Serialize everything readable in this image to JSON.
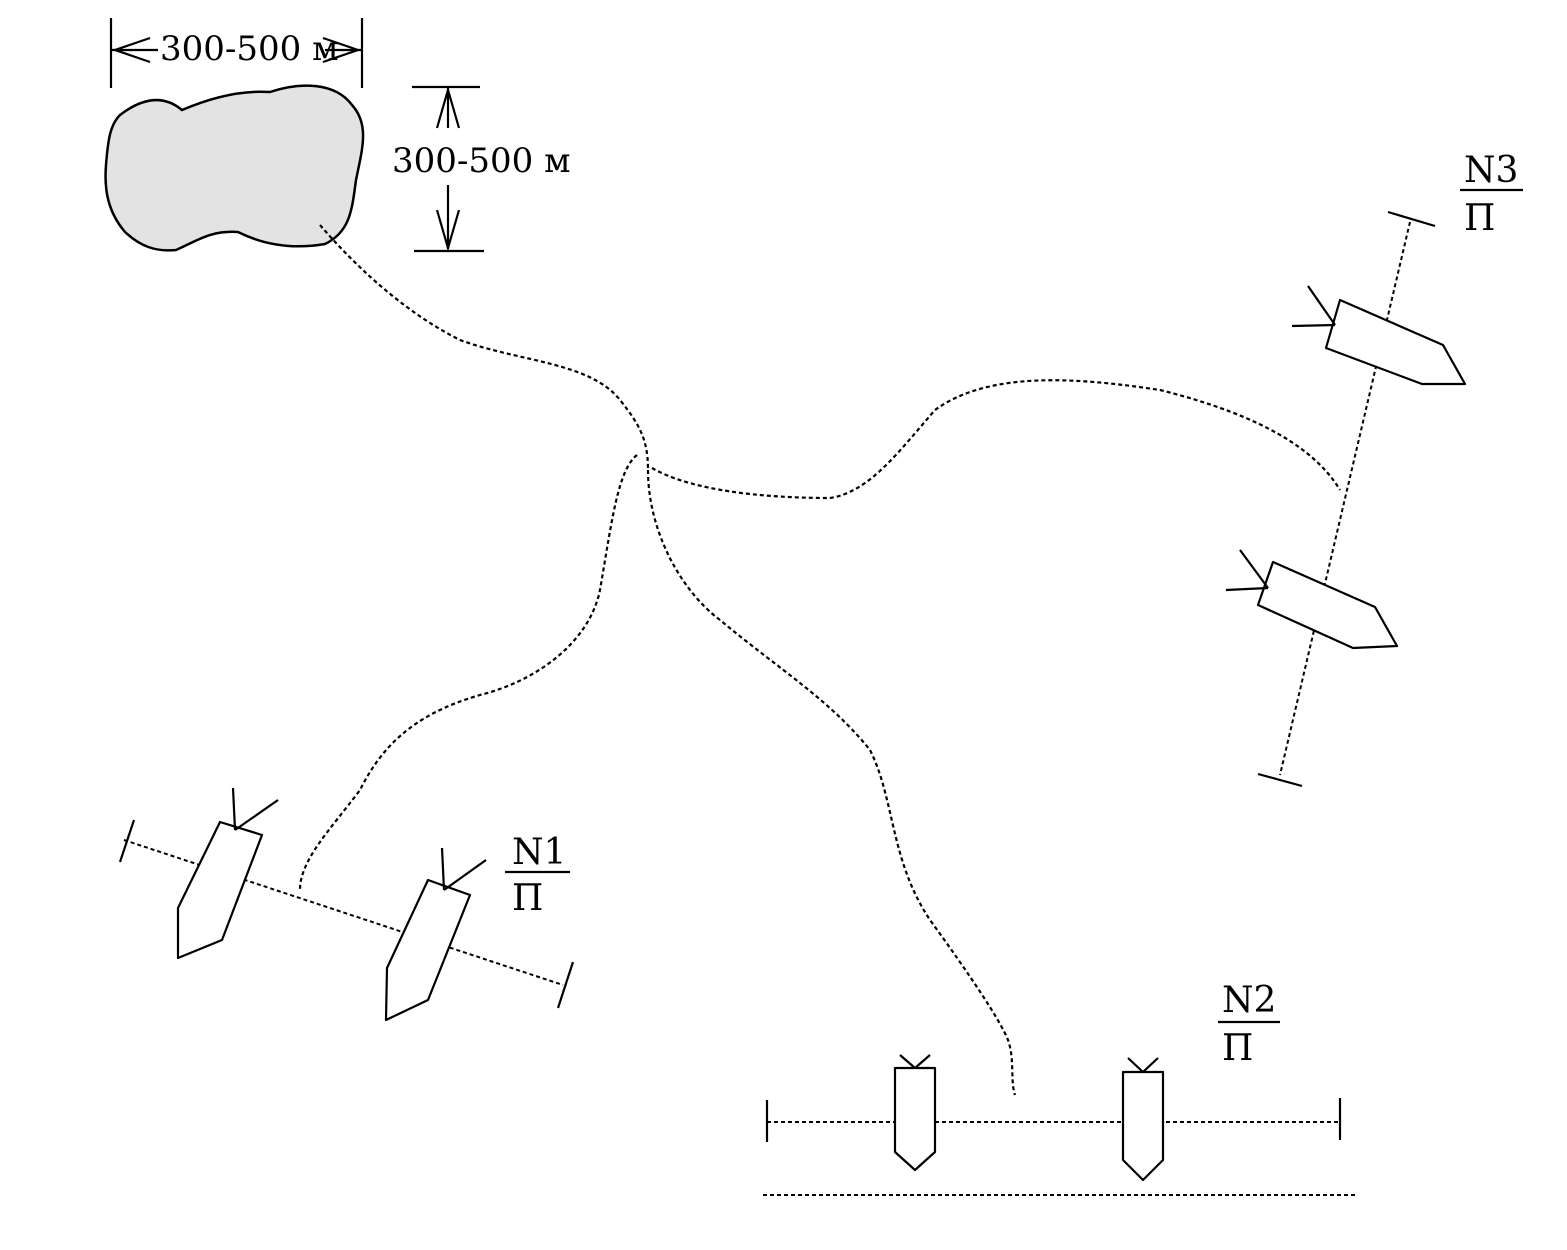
{
  "area": {
    "width_label": "300-500 м",
    "height_label": "300-500 м"
  },
  "groups": [
    {
      "id": "N1",
      "number": "N1",
      "letter": "П"
    },
    {
      "id": "N2",
      "number": "N2",
      "letter": "П"
    },
    {
      "id": "N3",
      "number": "N3",
      "letter": "П"
    }
  ],
  "colors": {
    "line": "#000000",
    "area_fill": "#e3e3e3",
    "background": "#ffffff"
  }
}
